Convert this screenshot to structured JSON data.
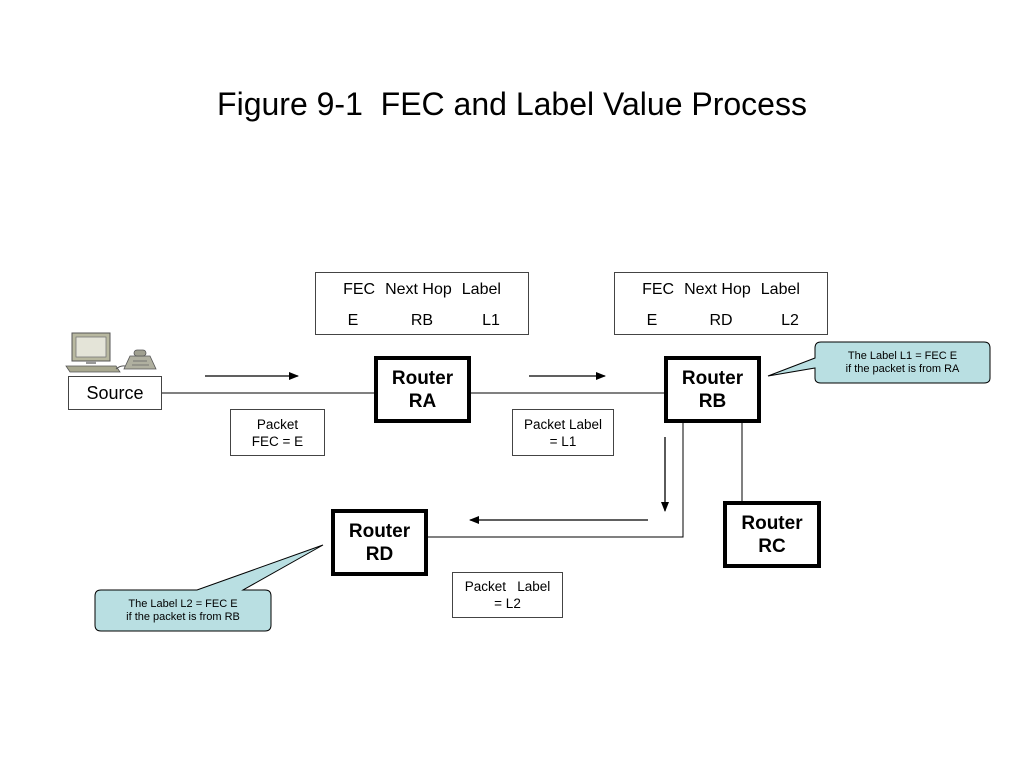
{
  "title": "Figure 9-1  FEC and Label Value Process",
  "routers": {
    "ra": [
      "Router",
      "RA"
    ],
    "rb": [
      "Router",
      "RB"
    ],
    "rc": [
      "Router",
      "RC"
    ],
    "rd": [
      "Router",
      "RD"
    ]
  },
  "table_ra": {
    "header": [
      "FEC",
      "Next Hop",
      "Label"
    ],
    "row": [
      "E",
      "RB",
      "L1"
    ]
  },
  "table_rb": {
    "header": [
      "FEC",
      "Next Hop",
      "Label"
    ],
    "row": [
      "E",
      "RD",
      "L2"
    ]
  },
  "source_label": "Source",
  "packets": {
    "p1": [
      "Packet",
      "FEC = E"
    ],
    "p2": [
      "Packet Label",
      "= L1"
    ],
    "p3": [
      "Packet   Label",
      "= L2"
    ]
  },
  "callouts": {
    "c1": [
      "The Label L1 = FEC E",
      "if the packet is from RA"
    ],
    "c2": [
      "The Label L2 = FEC E",
      "if the packet is from RB"
    ]
  },
  "colors": {
    "callout_fill": "#b9dfe2",
    "line": "#000000"
  },
  "icons": [
    "computer-icon",
    "telephone-icon"
  ]
}
